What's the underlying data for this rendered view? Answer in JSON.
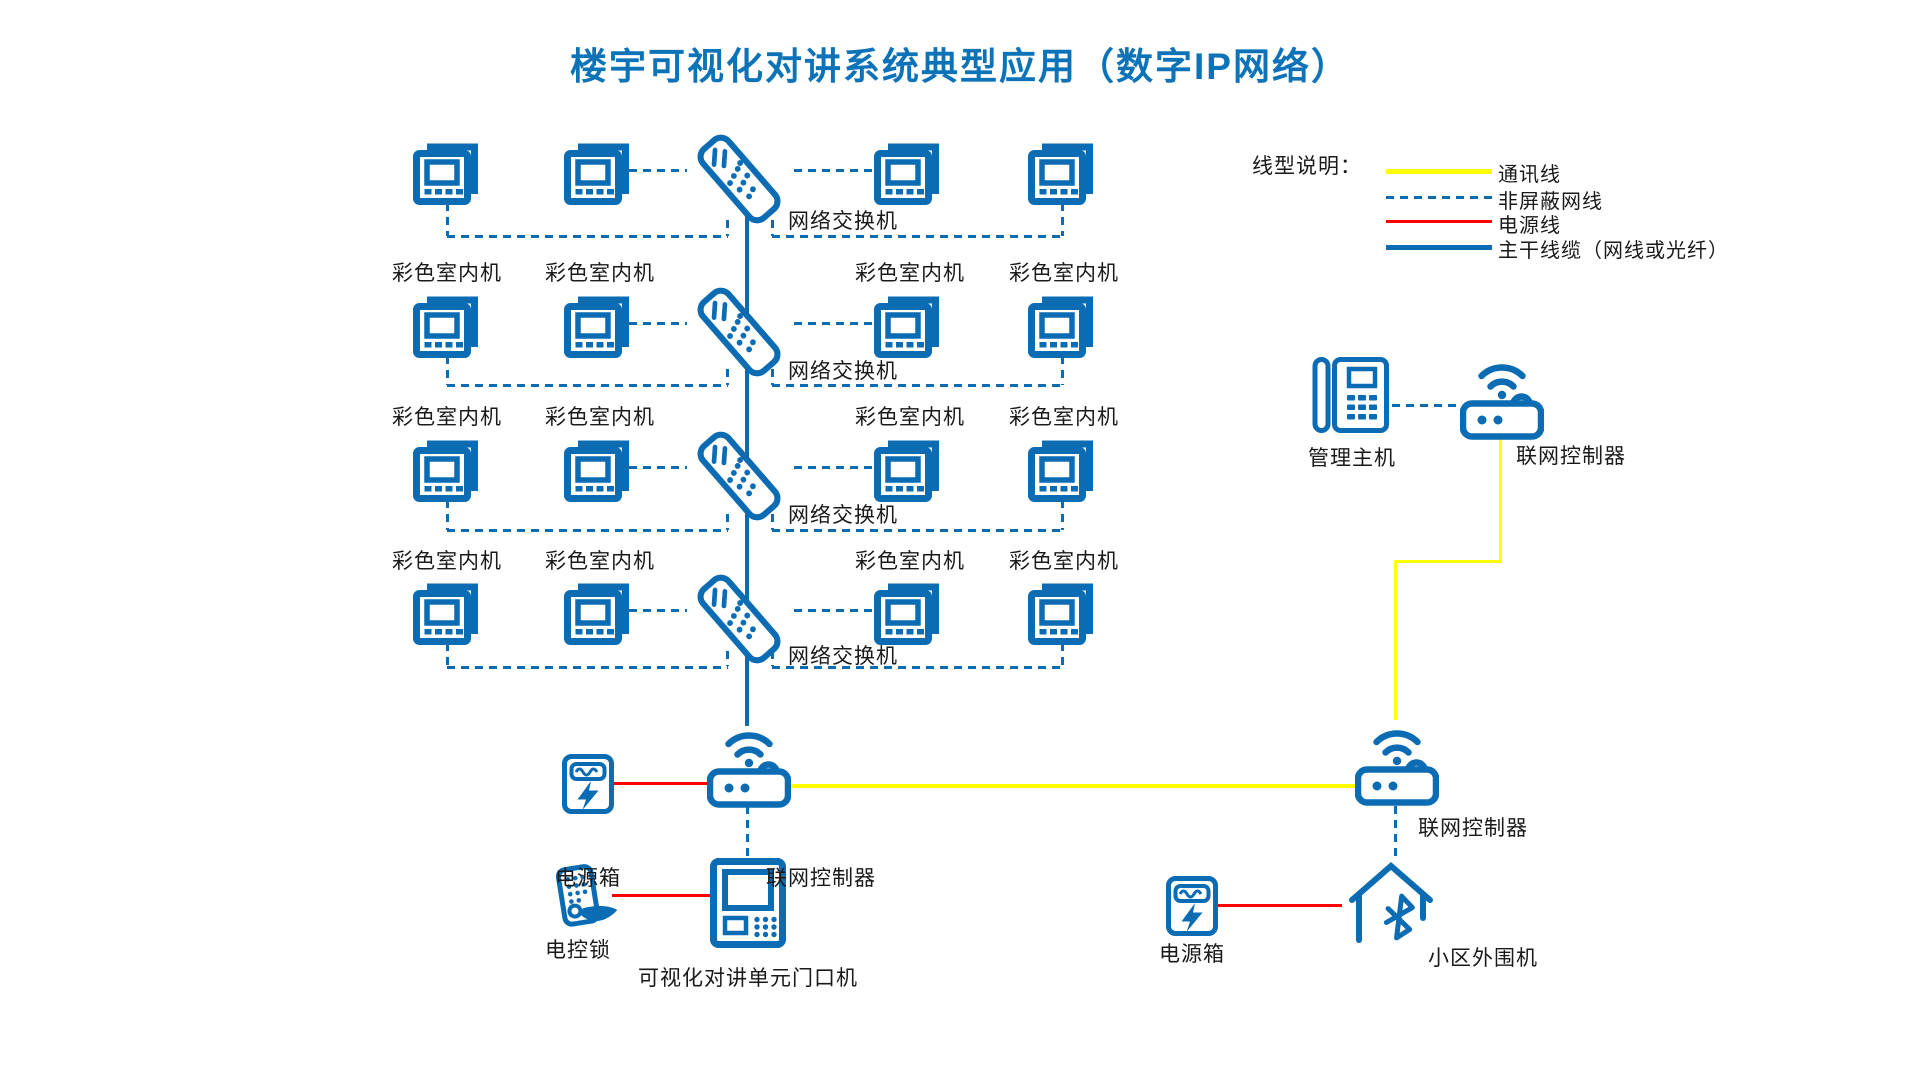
{
  "title": "楼宇可视化对讲系统典型应用（数字IP网络）",
  "legend": {
    "heading": "线型说明：",
    "items": [
      {
        "label": "通讯线",
        "color": "#ffff00",
        "style": "solid"
      },
      {
        "label": "非屏蔽网线",
        "color": "#0b6cb4",
        "style": "dashed"
      },
      {
        "label": "电源线",
        "color": "#fe0000",
        "style": "solid"
      },
      {
        "label": "主干线缆（网线或光纤）",
        "color": "#0b6cb4",
        "style": "solid"
      }
    ]
  },
  "devices": {
    "indoor_unit": "彩色室内机",
    "network_switch": "网络交换机",
    "network_controller": "联网控制器",
    "power_box": "电源箱",
    "door_station": "可视化对讲单元门口机",
    "electric_lock": "电控锁",
    "management_host": "管理主机",
    "perimeter_station": "小区外围机"
  },
  "colors": {
    "icon_blue": "#0b6cb4",
    "title_blue": "#0d73b9",
    "text": "#1a1a1a",
    "background": "#ffffff"
  }
}
